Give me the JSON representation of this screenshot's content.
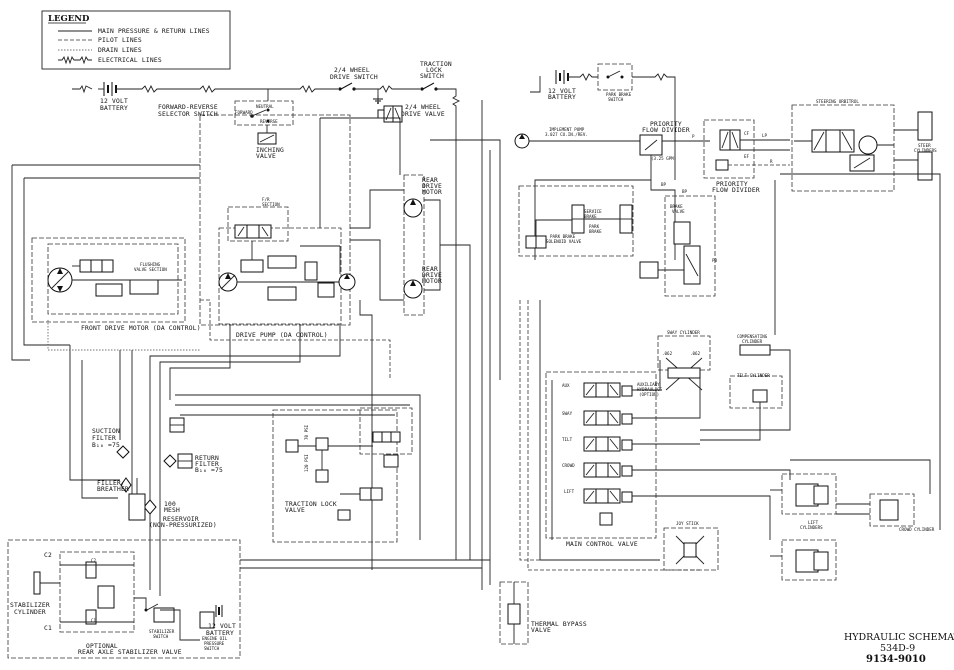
{
  "legend": {
    "title": "LEGEND",
    "items": [
      {
        "label": "MAIN PRESSURE & RETURN LINES"
      },
      {
        "label": "PILOT LINES"
      },
      {
        "label": "DRAIN LINES"
      },
      {
        "label": "ELECTRICAL LINES"
      }
    ]
  },
  "labels": {
    "battery_left": [
      "12 VOLT",
      "BATTERY"
    ],
    "battery_right": [
      "12 VOLT",
      "BATTERY"
    ],
    "battery_bottom": [
      "12 VOLT",
      "BATTERY"
    ],
    "wheel_switch": [
      "2/4 WHEEL",
      "DRIVE SWITCH"
    ],
    "traction_switch": [
      "TRACTION",
      "LOCK",
      "SWITCH"
    ],
    "wheel_valve": [
      "2/4 WHEEL",
      "DRIVE VALVE"
    ],
    "fr_switch": [
      "FORWARD-REVERSE",
      "SELECTOR SWITCH"
    ],
    "inching": [
      "INCHING",
      "VALVE"
    ],
    "rear_drive": [
      "REAR",
      "DRIVE",
      "MOTOR"
    ],
    "rear_drive2": [
      "REAR",
      "DRIVE",
      "MOTOR"
    ],
    "fr_section": [
      "F/R",
      "SECTION"
    ],
    "flushing": [
      "FLUSHING",
      "VALVE SECTION"
    ],
    "front_motor": "FRONT DRIVE MOTOR (DA CONTROL)",
    "drive_pump": "DRIVE PUMP (DA CONTROL)",
    "park_brake_switch": [
      "PARK BRAKE",
      "SWITCH"
    ],
    "implement_pump": [
      "IMPLEMENT PUMP",
      "3.027 CU.IN./REV."
    ],
    "priority_divider": [
      "PRIORITY",
      "FLOW DIVIDER"
    ],
    "priority_divider2": [
      "PRIORITY",
      "FLOW DIVIDER"
    ],
    "flow_rate": "(3.25 GPM)",
    "steering_orbitrol": "STEERING ORBITROL",
    "steer_cyl": [
      "STEER",
      "CYLINDERS"
    ],
    "service_brake": [
      "SERVICE",
      "BRAKE"
    ],
    "park_brake": [
      "PARK",
      "BRAKE"
    ],
    "park_solenoid": [
      "PARK BRAKE",
      "SOLENOID VALVE"
    ],
    "brake_valve": [
      "BRAKE",
      "VALVE"
    ],
    "sway_cyl": "SWAY CYLINDER",
    "comp_cyl": [
      "COMPENSATING",
      "CYLINDER"
    ],
    "tilt_cyl": "TILT CYLINDER",
    "aux_hyd": [
      "AUXILIARY",
      "HYDRAULICS",
      "(OPTION)"
    ],
    "main_control": "MAIN CONTROL VALVE",
    "joystick": "JOY STICK",
    "lift_cyl": [
      "LIFT",
      "CYLINDERS"
    ],
    "crowd_cyl": "CROWD CYLINDER",
    "suction_filter": [
      "SUCTION",
      "FILTER",
      "B₁₀ =75"
    ],
    "return_filter": [
      "RETURN",
      "FILTER",
      "B₁₀ =75"
    ],
    "filler": [
      "FILLER/",
      "BREATHER"
    ],
    "mesh": [
      "100",
      "MESH"
    ],
    "reservoir": [
      "RESERVOIR",
      "(NON-PRESSURIZED)"
    ],
    "traction_valve": [
      "TRACTION LOCK",
      "VALVE"
    ],
    "stab_cyl": [
      "STABILIZER",
      "CYLINDER"
    ],
    "stab_switch": [
      "STABILIZER",
      "SWITCH"
    ],
    "stab_valve": [
      "OPTIONAL",
      "REAR AXLE STABILIZER VALVE"
    ],
    "oil_switch": [
      "ENGINE OIL",
      "PRESSURE",
      "SWITCH"
    ],
    "thermal": [
      "THERMAL BYPASS",
      "VALVE"
    ],
    "neutral": "NEUTRAL",
    "forward": "FORWARD",
    "reverse": "REVERSE",
    "psi": [
      "120 PSI",
      "70 PSI"
    ],
    "spool_alo": "AUX",
    "spool_sway": "SWAY",
    "spool_tilt": "TILT",
    "spool_crowd": "CROWD",
    "spool_lift": "LIFT",
    "orifice_a": ".062",
    "orifice_b": ".062",
    "port_bp": "BP",
    "port_bp2": "BP",
    "port_pb": "PB",
    "port_p": "P",
    "port_cf": "CF",
    "port_ef": "EF",
    "port_lp": "LP",
    "port_r": "R",
    "c1": "C1",
    "c2": "C2",
    "c1b": "C1",
    "c2b": "C2"
  },
  "title_block": {
    "line1": "HYDRAULIC SCHEMATIC",
    "line2": "534D-9",
    "line3": "9134-9010"
  }
}
